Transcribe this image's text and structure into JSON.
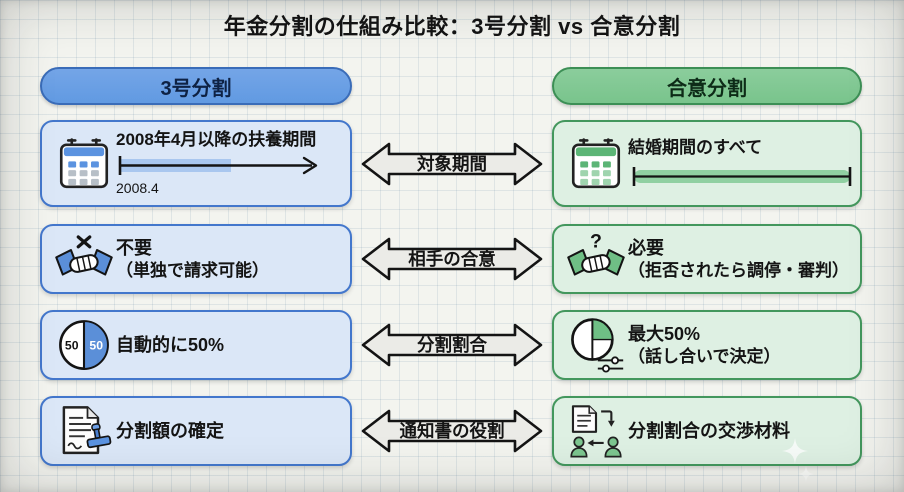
{
  "title": "年金分割の仕組み比較：3号分割 vs 合意分割",
  "headers": {
    "left": "3号分割",
    "right": "合意分割"
  },
  "rows": [
    {
      "label": "対象期間",
      "left": {
        "title": "2008年4月以降の扶養期間",
        "timeline_label": "2008.4",
        "icon": "calendar-icon"
      },
      "right": {
        "title": "結婚期間のすべて",
        "icon": "calendar-icon"
      }
    },
    {
      "label": "相手の合意",
      "left": {
        "title": "不要",
        "subtitle": "（単独で請求可能）",
        "icon": "handshake-x-icon"
      },
      "right": {
        "title": "必要",
        "subtitle": "（拒否されたら調停・審判）",
        "icon": "handshake-question-icon",
        "mark": "?"
      }
    },
    {
      "label": "分割割合",
      "left": {
        "title": "自動的に50%",
        "icon": "pie-50-50-icon",
        "pie_values": {
          "left": "50",
          "right": "50"
        }
      },
      "right": {
        "title": "最大50%",
        "subtitle": "（話し合いで決定）",
        "icon": "pie-adjust-icon"
      }
    },
    {
      "label": "通知書の役割",
      "left": {
        "title": "分割額の確定",
        "icon": "document-stamp-icon"
      },
      "right": {
        "title": "分割割合の交渉材料",
        "icon": "document-people-icon"
      }
    }
  ],
  "colors": {
    "left_accent": "#4a7fd0",
    "left_header_fill": "#689ae0",
    "left_card_fill": "#dbe7f7",
    "left_card_border": "#4377cc",
    "right_accent": "#5cb576",
    "right_header_fill": "#7fc791",
    "right_card_fill": "#def0e3",
    "right_card_border": "#43975d",
    "arrow_fill": "#ebebe7",
    "background": "#f3f4ef"
  }
}
